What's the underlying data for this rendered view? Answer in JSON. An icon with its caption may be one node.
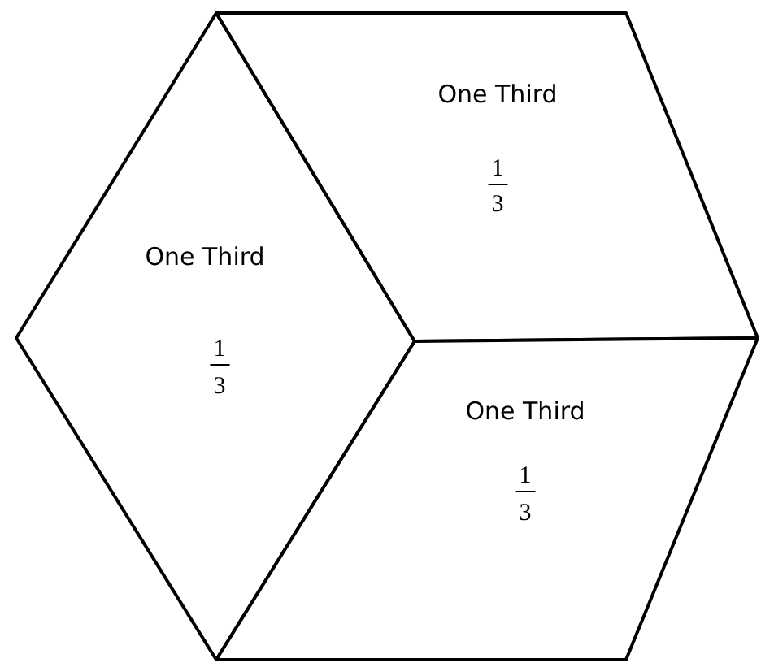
{
  "diagram": {
    "nodes": [
      {
        "text": [
          "One Third",
          "1",
          "3"
        ]
      },
      {
        "text": [
          "One Third",
          "1",
          "3"
        ]
      },
      {
        "text": [
          "One Third",
          "1",
          "3"
        ]
      }
    ]
  }
}
